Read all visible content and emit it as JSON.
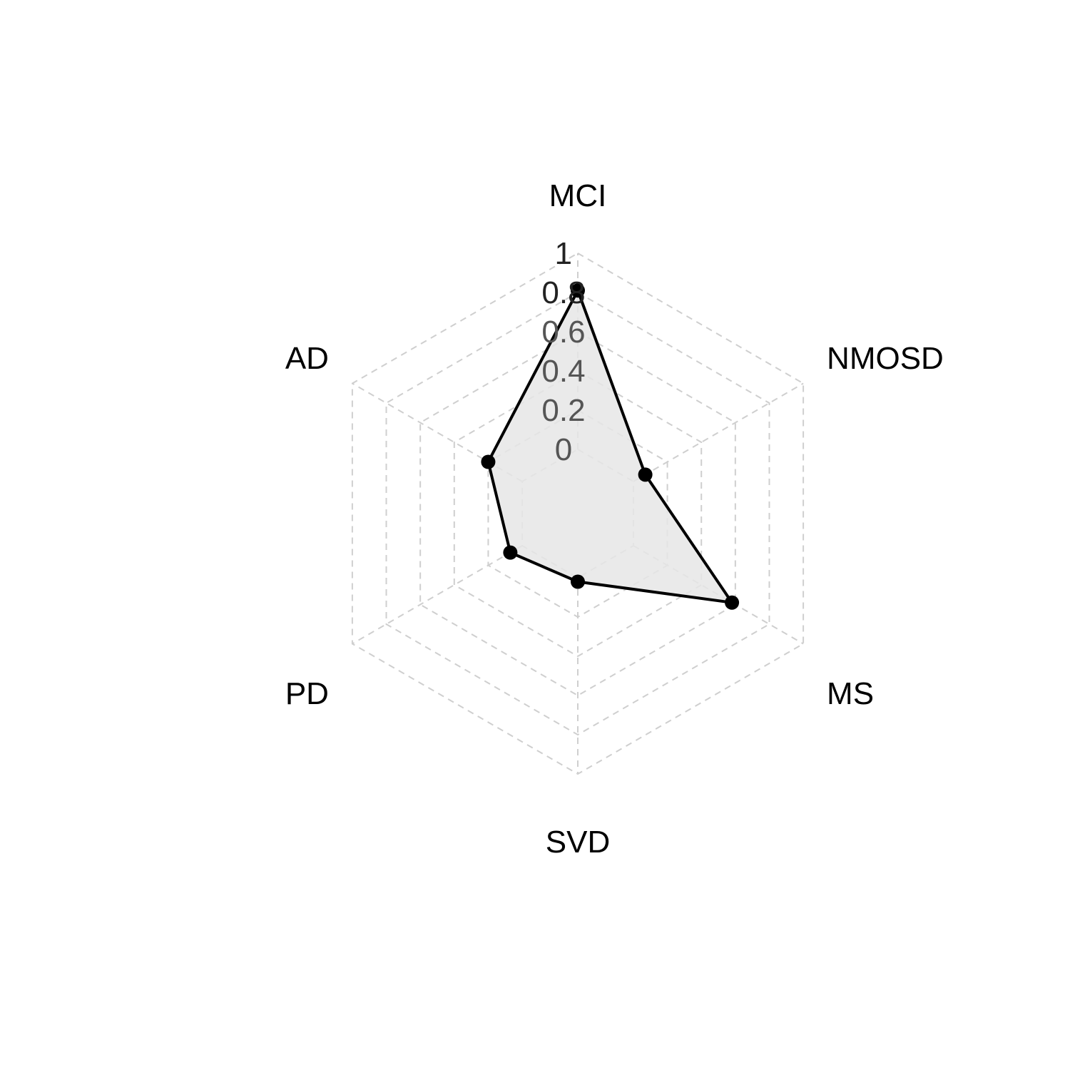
{
  "chart_data": {
    "type": "radar",
    "axes": [
      "MCI",
      "NMOSD",
      "MS",
      "SVD",
      "PD",
      "AD"
    ],
    "series": [
      {
        "values": [
          0.81,
          0.07,
          0.58,
          0.02,
          0.07,
          0.2
        ]
      }
    ],
    "radial_range": [
      0,
      1
    ],
    "radial_ticks": [
      "0",
      "0.2",
      "0.4",
      "0.6",
      "0.8",
      "1"
    ],
    "grid": true,
    "grid_style": "dashed",
    "colors": {
      "line": "#000000",
      "fill": "#e6e6e6",
      "grid": "#cfcfcf",
      "tick_text": "#555555"
    }
  }
}
